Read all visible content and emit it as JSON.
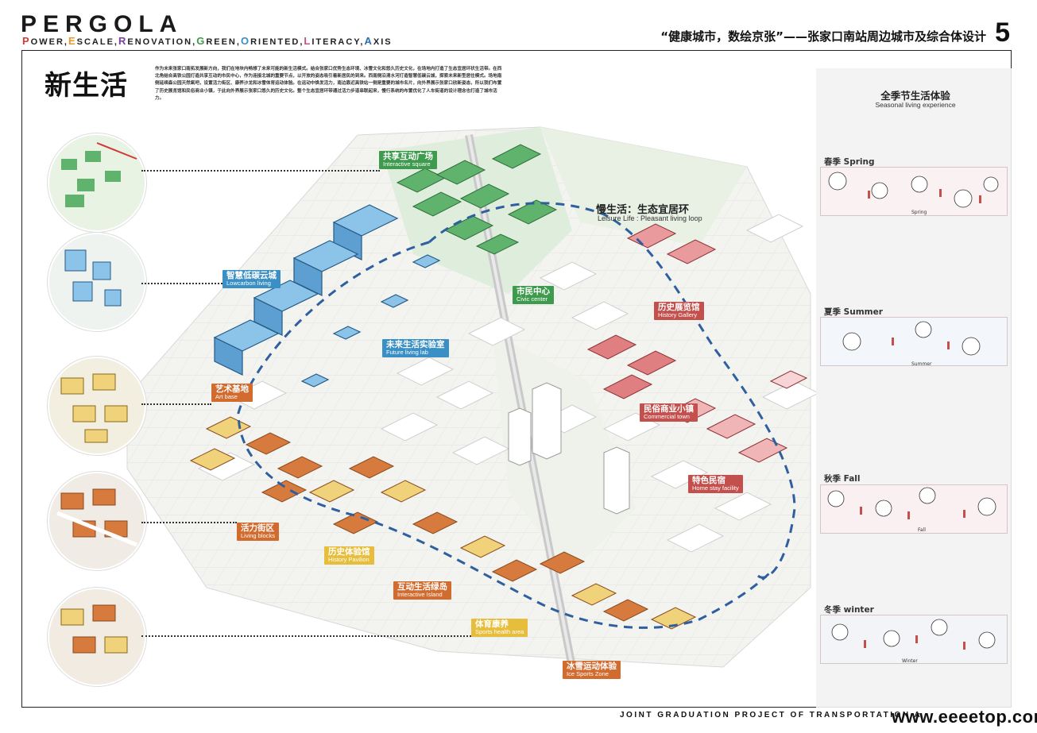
{
  "header": {
    "logo": "PERGOLA",
    "logo_sub": [
      {
        "initial": "P",
        "rest": "OWER,",
        "color": "#d13a35"
      },
      {
        "initial": "E",
        "rest": "SCALE,",
        "color": "#e59a2a"
      },
      {
        "initial": "R",
        "rest": "ENOVATION,",
        "color": "#7b3f9e"
      },
      {
        "initial": "G",
        "rest": "REEN,",
        "color": "#3e9a4c"
      },
      {
        "initial": "O",
        "rest": "RIENTED,",
        "color": "#3a8fc4"
      },
      {
        "initial": "L",
        "rest": "ITERACY,",
        "color": "#c44f8a"
      },
      {
        "initial": "A",
        "rest": "XIS",
        "color": "#2a6fb0"
      }
    ],
    "title": "“健康城市，数绘京张”——张家口南站周边城市及综合体设计",
    "page_number": "5"
  },
  "main": {
    "title": "新生活",
    "intro": "作为未来张家口南拓发展新方向，我们在地块内畅想了未来可能的新生活模式。结合张家口优势生态环境、冰雪文化和悠久历史文化，在场地内打造了生态宜居环状生活带。在西北角结合高铁公园打造共享互动的市民中心，作为连接北城的重要节点，以开放的姿态吸引着新居民的到来。西南侧沿清水河打造智慧低碳云城，探索未来新型居住模式。场地南侧延续森公园天然氧吧，设置活力街区、康养沙龙和冰雪体育运动体验。在运动中焕发活力，南边靠近高铁站一侧是重要的城市名片，向外界展示张家口欣新姿态，所以我们布置了历史展览馆和民俗商业小镇，于此向外界展示张家口悠久的历史文化。整个生态宜居环带通过活力步道串联起来，慢行系统的布置优化了人车街道的设计理念也打造了城市活力。"
  },
  "labels": [
    {
      "zh": "共享互动广场",
      "en": "Interactive square",
      "color": "green"
    },
    {
      "zh": "市民中心",
      "en": "Civic center",
      "color": "green"
    },
    {
      "zh": "智慧低碳云城",
      "en": "Lowcarbon living",
      "color": "blue"
    },
    {
      "zh": "未来生活实验室",
      "en": "Future living lab",
      "color": "blue"
    },
    {
      "zh": "艺术基地",
      "en": "Art base",
      "color": "orange"
    },
    {
      "zh": "活力街区",
      "en": "Living blocks",
      "color": "orange"
    },
    {
      "zh": "历史体验馆",
      "en": "History Pavilion",
      "color": "yellow"
    },
    {
      "zh": "互动生活绿岛",
      "en": "Interactive Island",
      "color": "orange"
    },
    {
      "zh": "体育康养",
      "en": "Sports health area",
      "color": "yellow"
    },
    {
      "zh": "冰雪运动体验",
      "en": "Ice Sports Zone",
      "color": "orange"
    },
    {
      "zh": "历史展览馆",
      "en": "History Gallery",
      "color": "red"
    },
    {
      "zh": "民俗商业小镇",
      "en": "Commercial town",
      "color": "red"
    },
    {
      "zh": "特色民宿",
      "en": "Home stay facility",
      "color": "red"
    }
  ],
  "loop": {
    "title": "慢生活：生态宜居环",
    "subtitle": "Leisure Life : Pleasant living loop"
  },
  "seasons_panel": {
    "title": "全季节生活体验",
    "subtitle": "Seasonal living experience",
    "seasons": [
      {
        "label": "春季 Spring",
        "caption": "Spring"
      },
      {
        "label": "夏季 Summer",
        "caption": "Summer"
      },
      {
        "label": "秋季 Fall",
        "caption": "Fall"
      },
      {
        "label": "冬季 winter",
        "caption": "Winter"
      }
    ]
  },
  "footer": {
    "text": "JOINT GRADUATION PROJECT OF TRANSPORTATION A",
    "watermark": "www.eeeetop.com"
  },
  "colors": {
    "green": "#3e9a4c",
    "blue": "#3a8fc4",
    "orange": "#d26b2e",
    "yellow": "#e7bd3c",
    "red": "#c4504d",
    "loop": "#2f5f9e"
  }
}
